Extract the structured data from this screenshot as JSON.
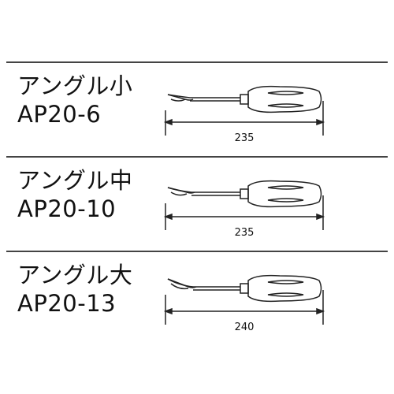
{
  "colors": {
    "line": "#222222",
    "separator": "#444444",
    "text": "#111111"
  },
  "products": [
    {
      "name": "アングル小",
      "model": "AP20-6",
      "length": "235"
    },
    {
      "name": "アングル中",
      "model": "AP20-10",
      "length": "235"
    },
    {
      "name": "アングル大",
      "model": "AP20-13",
      "length": "240"
    }
  ]
}
